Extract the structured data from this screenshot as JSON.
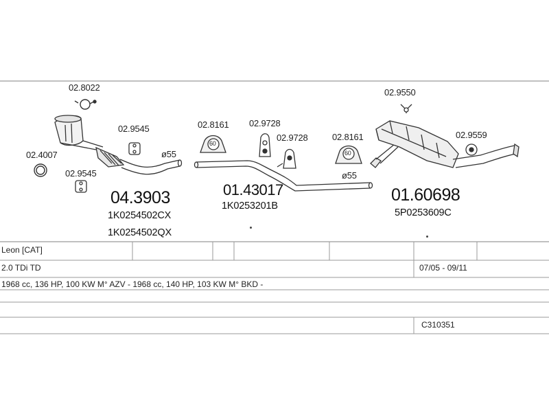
{
  "parts": {
    "clamp_top": "02.8022",
    "bracket_a": "02.9545",
    "ring": "02.4007",
    "bracket_b": "02.9545",
    "diameter_front": "ø55",
    "mount_front": "02.8161",
    "hanger_a": "02.9728",
    "hanger_b": "02.9728",
    "mount_rear": "02.8161",
    "diameter_rear": "ø55",
    "clamp_rear": "02.9550",
    "rubber_rear": "02.9559"
  },
  "assemblies": {
    "front": {
      "number": "04.3903",
      "oem_1": "1K0254502CX",
      "oem_2": "1K0254502QX"
    },
    "middle": {
      "number": "01.43017",
      "oem_1": "1K0253201B"
    },
    "rear": {
      "number": "01.60698",
      "oem_1": "5P0253609C"
    }
  },
  "info": {
    "model": "Leon  [CAT]",
    "engine": "2.0 TDi TD",
    "period": "07/05 - 09/11",
    "specs": "1968 cc, 136 HP, 100 KW M° AZV - 1968 cc, 140 HP, 103 KW M° BKD -",
    "code": "C310351"
  },
  "mount_badge": "60"
}
